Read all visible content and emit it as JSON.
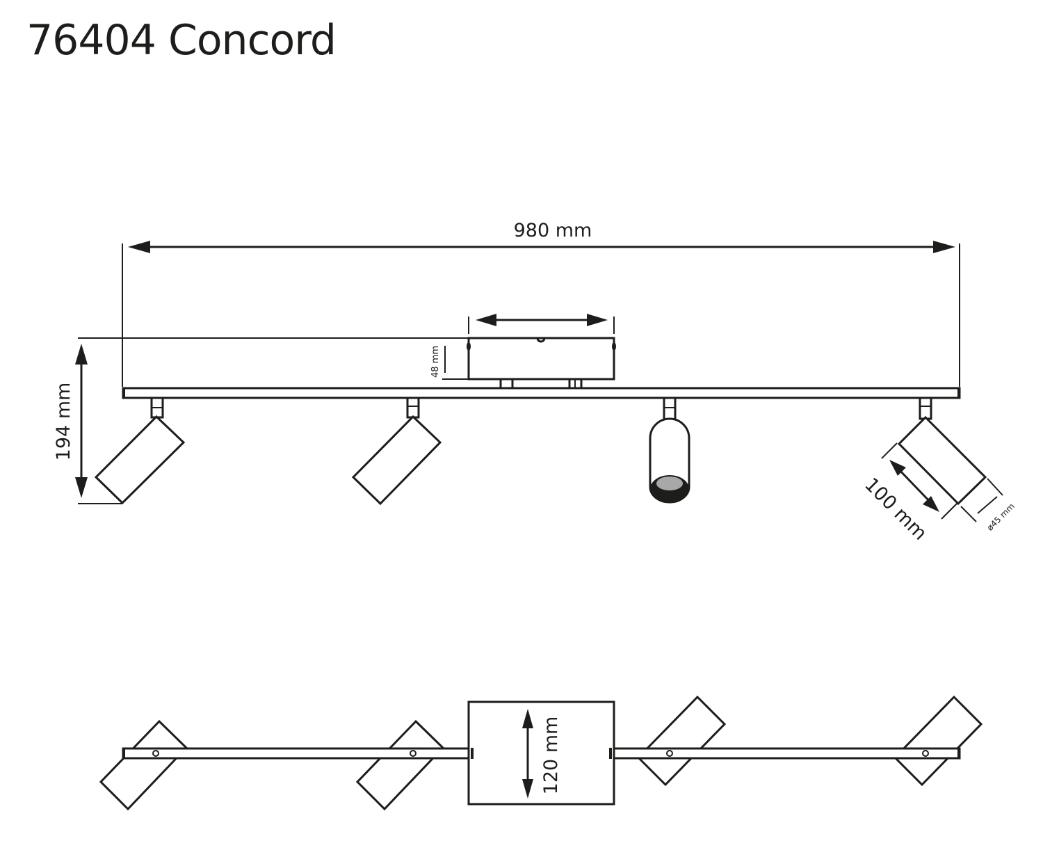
{
  "title": "76404 Concord",
  "dimensions": {
    "overall_length": "980 mm",
    "overall_height": "194 mm",
    "canopy_height": "48 mm",
    "spot_length": "100 mm",
    "spot_diameter": "ø45 mm",
    "canopy_width": "120 mm"
  },
  "views": {
    "front": "front-elevation",
    "top": "top-plan"
  },
  "colors": {
    "line": "#1d1d1b",
    "lens": "#a8a8a8"
  }
}
